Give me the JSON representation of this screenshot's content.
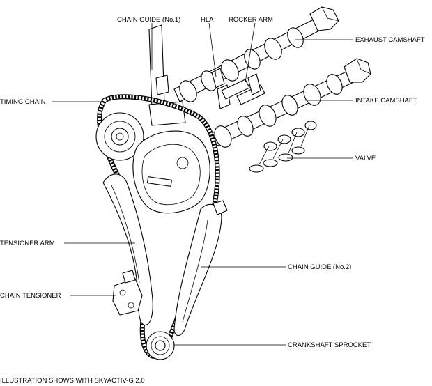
{
  "labels": {
    "chain_guide_1": "CHAIN GUIDE (No.1)",
    "hla": "HLA",
    "rocker_arm": "ROCKER ARM",
    "exhaust_camshaft": "EXHAUST CAMSHAFT",
    "timing_chain": "TIMING CHAIN",
    "intake_camshaft": "INTAKE CAMSHAFT",
    "valve": "VALVE",
    "tensioner_arm": "TENSIONER ARM",
    "chain_guide_2": "CHAIN GUIDE (No.2)",
    "chain_tensioner": "CHAIN TENSIONER",
    "crankshaft_sprocket": "CRANKSHAFT SPROCKET"
  },
  "caption": "ILLUSTRATION SHOWS WITH SKYACTIV-G 2.0",
  "colors": {
    "line": "#000000",
    "background": "#ffffff"
  }
}
